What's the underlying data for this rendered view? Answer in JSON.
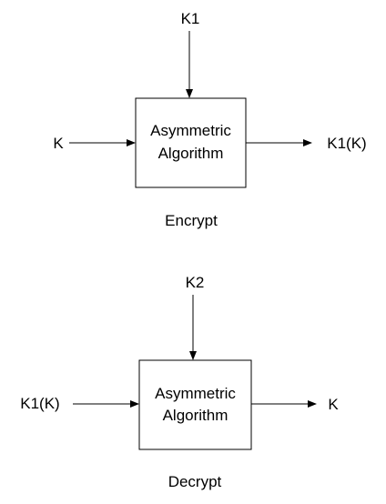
{
  "encrypt": {
    "key_label": "K1",
    "input_label": "K",
    "box_line1": "Asymmetric",
    "box_line2": "Algorithm",
    "output_label": "K1(K)",
    "caption": "Encrypt"
  },
  "decrypt": {
    "key_label": "K2",
    "input_label": "K1(K)",
    "box_line1": "Asymmetric",
    "box_line2": "Algorithm",
    "output_label": "K",
    "caption": "Decrypt"
  },
  "colors": {
    "stroke": "#000000",
    "background": "#ffffff"
  }
}
